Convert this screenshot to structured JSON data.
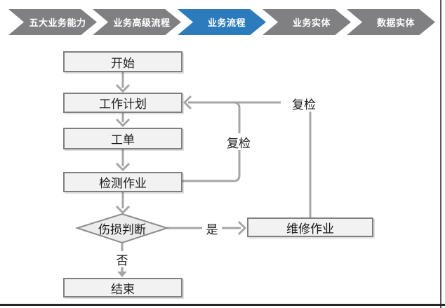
{
  "breadcrumb": {
    "items": [
      {
        "label": "五大业务能力",
        "active": false
      },
      {
        "label": "业务高级流程",
        "active": false
      },
      {
        "label": "业务流程",
        "active": true
      },
      {
        "label": "业务实体",
        "active": false
      },
      {
        "label": "数据实体",
        "active": false
      }
    ],
    "colors": {
      "default": "#808082",
      "active": "#2B7BBD",
      "text": "#ffffff"
    }
  },
  "flowchart": {
    "nodes": [
      {
        "id": "start",
        "label": "开始",
        "type": "process"
      },
      {
        "id": "plan",
        "label": "工作计划",
        "type": "process"
      },
      {
        "id": "order",
        "label": "工单",
        "type": "process"
      },
      {
        "id": "inspect",
        "label": "检测作业",
        "type": "process"
      },
      {
        "id": "judge",
        "label": "伤损判断",
        "type": "decision"
      },
      {
        "id": "repair",
        "label": "维修作业",
        "type": "process"
      },
      {
        "id": "end",
        "label": "结束",
        "type": "process"
      }
    ],
    "edges": [
      {
        "from": "start",
        "to": "plan",
        "label": ""
      },
      {
        "from": "plan",
        "to": "order",
        "label": ""
      },
      {
        "from": "order",
        "to": "inspect",
        "label": ""
      },
      {
        "from": "inspect",
        "to": "judge",
        "label": ""
      },
      {
        "from": "judge",
        "to": "repair",
        "label": "是"
      },
      {
        "from": "judge",
        "to": "end",
        "label": "否"
      },
      {
        "from": "inspect",
        "to": "plan",
        "label": "复检"
      },
      {
        "from": "repair",
        "to": "plan",
        "label": "复检"
      }
    ],
    "colors": {
      "node_fill": "#f2f2f2",
      "node_border": "#7f7f7f",
      "decision_fill": "#ececec",
      "line": "#a6a6a6",
      "text": "#1a1a1a"
    }
  }
}
